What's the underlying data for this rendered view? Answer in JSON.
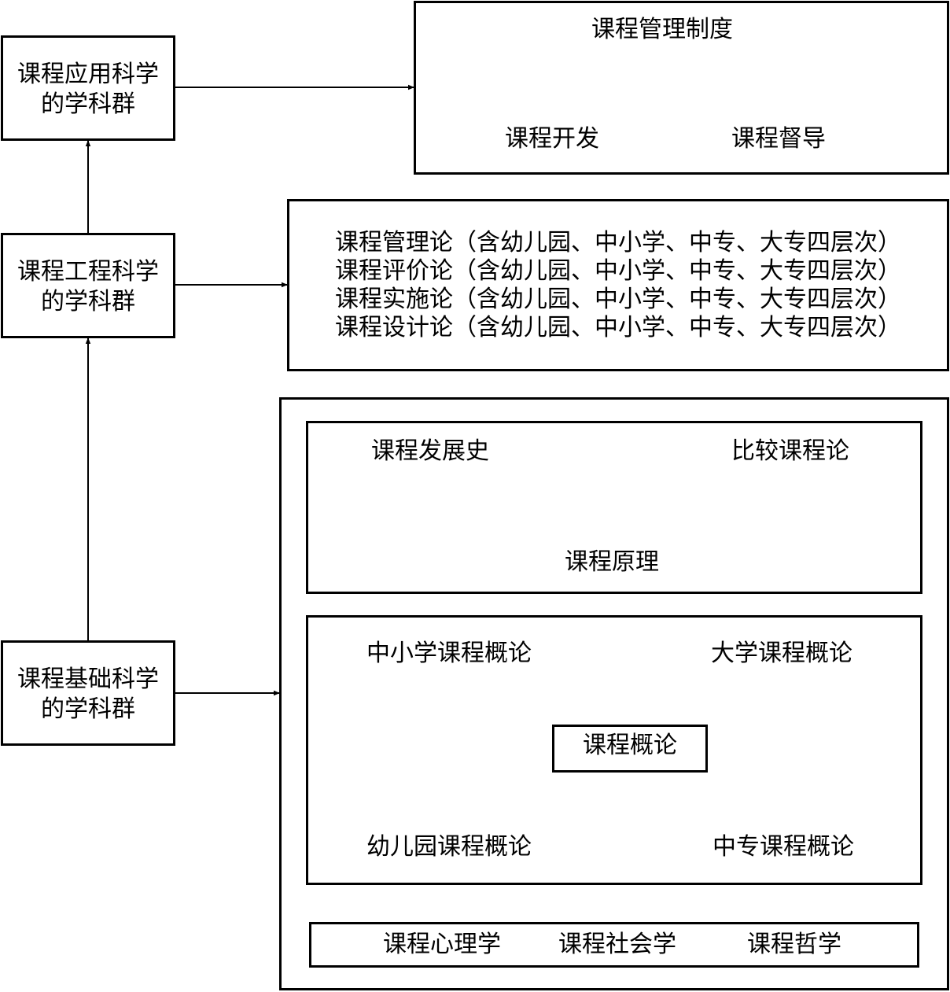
{
  "left": {
    "applied": {
      "line1": "课程应用科学",
      "line2": "的学科群"
    },
    "engineering": {
      "line1": "课程工程科学",
      "line2": "的学科群"
    },
    "basic": {
      "line1": "课程基础科学",
      "line2": "的学科群"
    }
  },
  "applied_box": {
    "top": "课程管理制度",
    "left": "课程开发",
    "right": "课程督导"
  },
  "engineering_box": {
    "lines": [
      "课程管理论（含幼儿园、中小学、中专、大专四层次）",
      "课程评价论（含幼儿园、中小学、中专、大专四层次）",
      "课程实施论（含幼儿园、中小学、中专、大专四层次）",
      "课程设计论（含幼儿园、中小学、中专、大专四层次）"
    ]
  },
  "basic_box": {
    "theory": {
      "history": "课程发展史",
      "comparative": "比较课程论",
      "principles": "课程原理"
    },
    "intro": {
      "center": "课程概论",
      "top_left": "中小学课程概论",
      "top_right": "大学课程概论",
      "bottom_left": "幼儿园课程概论",
      "bottom_right": "中专课程概论"
    },
    "foundations": {
      "psychology": "课程心理学",
      "sociology": "课程社会学",
      "philosophy": "课程哲学"
    }
  }
}
